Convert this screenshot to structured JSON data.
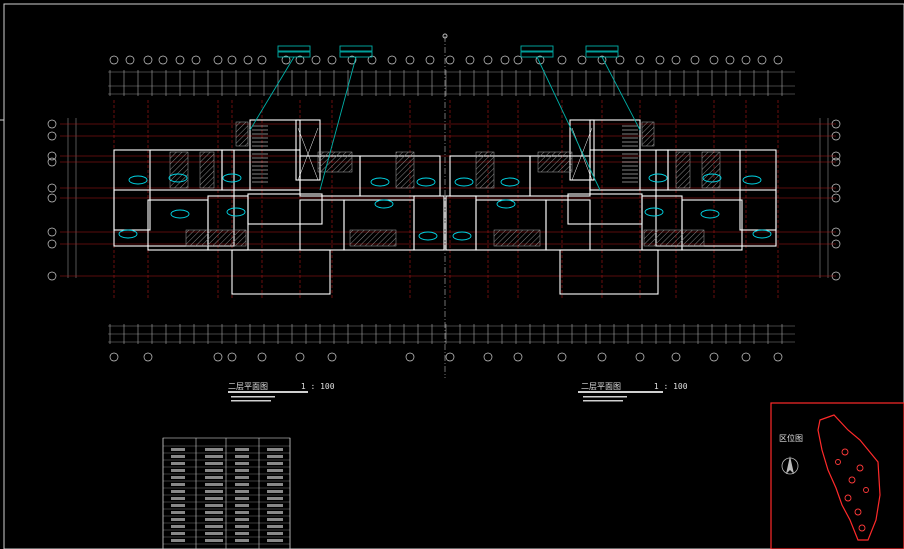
{
  "drawing": {
    "left_plan_title": "二层平面图",
    "left_plan_scale": "1 : 100",
    "right_plan_title": "二层平面图",
    "right_plan_scale": "1 : 100",
    "location_map_title": "区位图"
  },
  "colors": {
    "background": "#000000",
    "wall": "#ffffff",
    "axis": "#c81e1e",
    "dimension": "#9a9a9a",
    "furniture": "#00d8e8",
    "callout": "#00b0a8",
    "location_map": "#ff2a2a"
  },
  "icons": {
    "north_arrow": "north-arrow-icon"
  }
}
